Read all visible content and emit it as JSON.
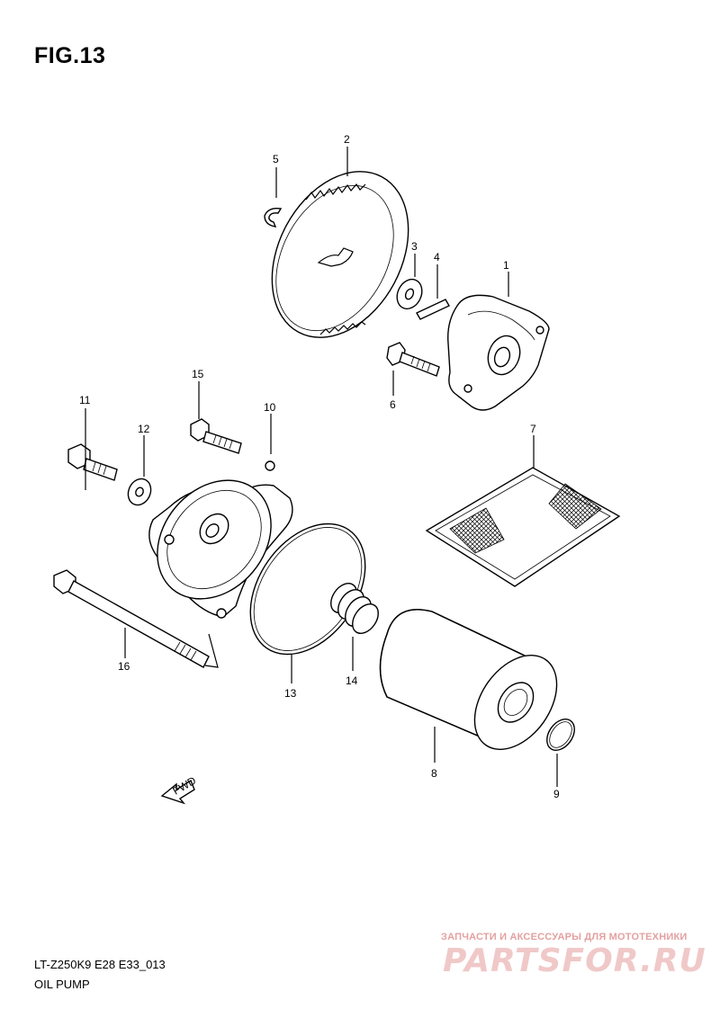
{
  "figure": {
    "title": "FIG.13"
  },
  "footer": {
    "code": "LT-Z250K9 E28 E33_013",
    "title": "OIL PUMP"
  },
  "fwd_arrow": {
    "label": "FWD"
  },
  "callouts": [
    {
      "id": "1"
    },
    {
      "id": "2"
    },
    {
      "id": "3"
    },
    {
      "id": "4"
    },
    {
      "id": "5"
    },
    {
      "id": "6"
    },
    {
      "id": "7"
    },
    {
      "id": "8"
    },
    {
      "id": "9"
    },
    {
      "id": "10"
    },
    {
      "id": "11"
    },
    {
      "id": "12"
    },
    {
      "id": "13"
    },
    {
      "id": "14"
    },
    {
      "id": "15"
    },
    {
      "id": "16"
    }
  ],
  "watermark": {
    "tagline": "ЗАПЧАСТИ И АКСЕССУАРЫ ДЛЯ МОТОТЕХНИКИ",
    "brand": "PARTSFOR.RU"
  },
  "colors": {
    "line": "#000000",
    "watermark": "#e4a0a0"
  }
}
